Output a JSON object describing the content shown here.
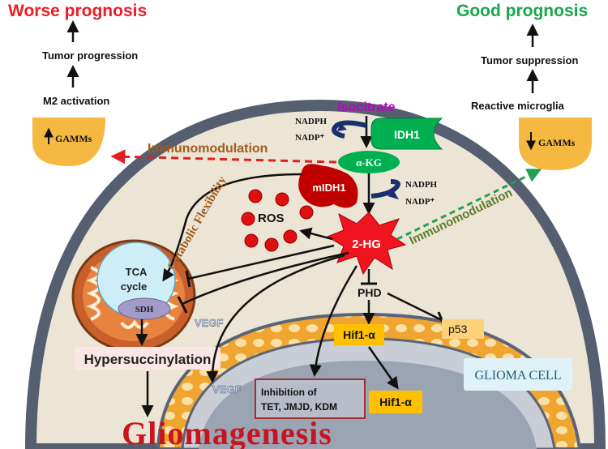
{
  "left_panel": {
    "title": "Worse prognosis",
    "title_color": "#ee1c25",
    "step_1": "Tumor progression",
    "step_2": "M2 activation",
    "gamms_label": "GAMMs",
    "gamms_direction": "up"
  },
  "right_panel": {
    "title": "Good prognosis",
    "title_color": "#1aa64a",
    "step_1": "Tumor suppression",
    "step_2": "Reactive  microglia",
    "gamms_label": "GAMMs",
    "gamms_direction": "down"
  },
  "pathway": {
    "isocitrate": "Isocitrate",
    "isocitrate_color": "#c000c0",
    "idh1": "IDH1",
    "nadph_top": "NADPH",
    "nadp_top": "NADP⁺",
    "akg": "α-KG",
    "midh1": "mIDH1",
    "nadph_bottom": "NADPH",
    "nadp_bottom": "NADP⁺",
    "two_hg": "2-HG",
    "ros": "ROS",
    "immunomodulation_left": "Immunomodulation",
    "immunomodulation_right": "Immunomodulation",
    "catabolic": "Catabolic Flexibility",
    "phd": "PHD",
    "p53": "p53",
    "hif1_cyto": "Hif1-α",
    "hif1_nucleus": "Hif1-α",
    "vegf_upper": "VEGF",
    "vegf_lower": "VEGF",
    "inhibition_line1": "Inhibition of",
    "inhibition_line2": "TET, JMJD, KDM"
  },
  "mitochondrion": {
    "tca_line1": "TCA",
    "tca_line2": "cycle",
    "sdh": "SDH",
    "hypersuccinylation": "Hypersuccinylation"
  },
  "cell_label": "GLIOMA CELL",
  "outcome": "Gliomagenesis",
  "colors": {
    "cell_fill": "#ece5d6",
    "cell_border": "#555f70",
    "membrane_outer": "#5a6478",
    "gamms_fill": "#f5b942",
    "akg_fill": "#00b050",
    "idh1_fill": "#00b050",
    "midh1_fill": "#c00000",
    "ros_fill": "#e01010",
    "two_hg_fill": "#f0141e",
    "hif_fill": "#ffc000",
    "p53_fill": "#fdd27a",
    "tca_fill": "#cdeef7",
    "sdh_fill": "#a29ac7",
    "mito_outer": "#c9602b",
    "nucleus_fill": "#9aa4b2",
    "inhibition_border": "#a03030",
    "glioma_box": "#dff2f7",
    "brown_text": "#a05a1a",
    "olive_text": "#5a7d2a",
    "dashed_red": "#e02020",
    "dashed_green": "#20a050",
    "vegf_color": "#c8d4ea",
    "outcome_color": "#c8141e"
  }
}
